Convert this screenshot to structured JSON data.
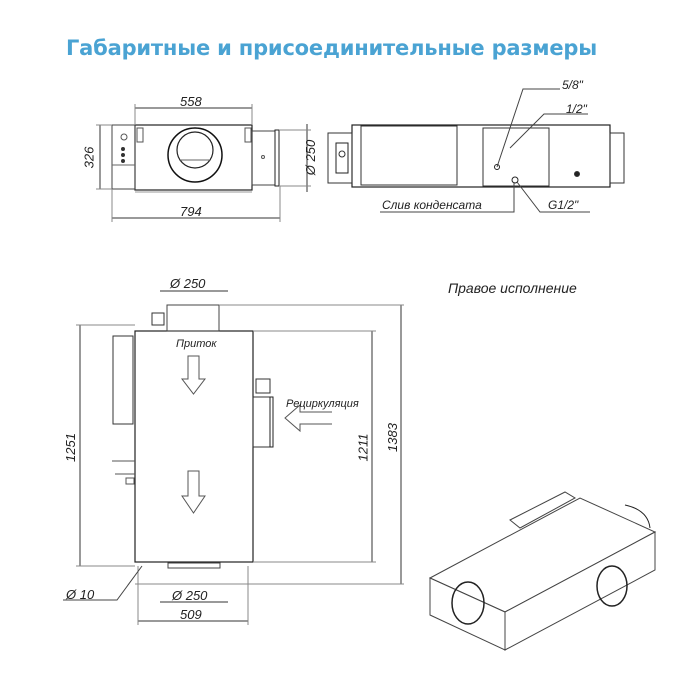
{
  "title": "Габаритные и присоединительные размеры",
  "accent_color": "#4aa3d3",
  "front_view": {
    "dim_width_top": "558",
    "dim_width_bottom": "794",
    "dim_height": "326",
    "dim_duct_diameter": "Ø 250"
  },
  "side_view": {
    "pipe_5_8": "5/8\"",
    "pipe_1_2": "1/2\"",
    "condensate_drain": "Слив конденсата",
    "drain_thread": "G1/2\""
  },
  "top_view": {
    "dim_top_duct": "Ø 250",
    "dim_bottom_duct": "Ø 250",
    "dim_width": "509",
    "dim_height_left": "1251",
    "dim_height_inner": "1211",
    "dim_height_outer": "1383",
    "dim_hole": "Ø 10",
    "supply_label": "Приток",
    "recirculation_label": "Рециркуляция"
  },
  "variant_label": "Правое исполнение"
}
